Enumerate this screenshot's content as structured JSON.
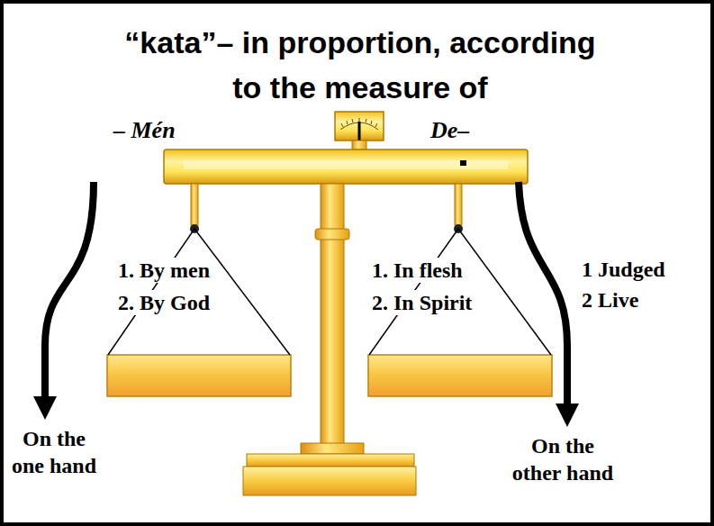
{
  "diagram": {
    "title": "“kata”– in proportion, according to the measure of",
    "nodes": [
      {
        "text": [
          "1. By men",
          "2. By God"
        ]
      },
      {
        "text": [
          "1. In flesh",
          "2. In Spirit"
        ]
      }
    ],
    "labels": [
      "– Mén",
      "De–",
      "1 Judged",
      "2 Live",
      "On the one hand",
      "On the other hand"
    ]
  }
}
